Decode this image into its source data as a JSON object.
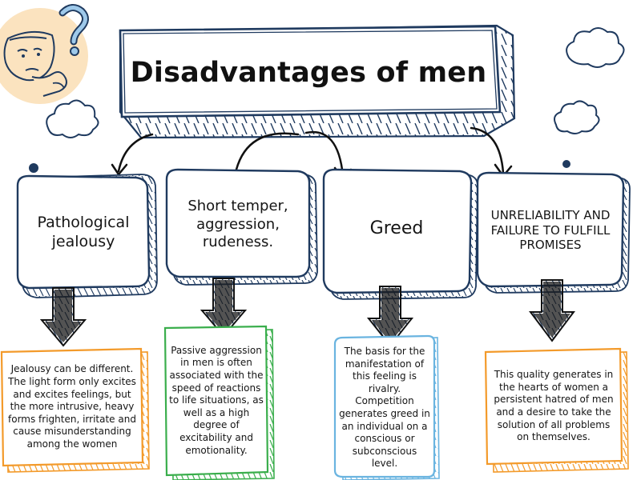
{
  "title": "Disadvantages of men",
  "columns": [
    {
      "heading": "Pathological jealousy",
      "description": "Jealousy can be different. The light form only excites and excites feelings, but the more intrusive, heavy forms frighten, irritate and cause misunderstanding among the women",
      "border_color": "#f39a2a"
    },
    {
      "heading": "Short temper, aggression, rudeness.",
      "description": "Passive aggression in men is often associated with the speed of reactions to life situations, as well as a high degree of excitability and emotionality.",
      "border_color": "#3aae4c"
    },
    {
      "heading": "Greed",
      "description": "The basis for the manifestation of this feeling is rivalry. Competition generates greed in an individual on a conscious or subconscious level.",
      "border_color": "#6ab4e0"
    },
    {
      "heading": "UNRELIABILITY AND FAILURE TO FULFILL PROMISES",
      "description": "This quality generates in the hearts of women a persistent hatred of men and a desire to take the solution of all problems on themselves.",
      "border_color": "#f39a2a"
    }
  ],
  "colors": {
    "outline": "#1f3a5f",
    "text": "#151515",
    "face_circle": "#fbe3bf"
  },
  "icons": [
    "thinking-person-icon",
    "question-mark-icon",
    "cloud-icon",
    "dot-icon",
    "arrow-icon"
  ]
}
